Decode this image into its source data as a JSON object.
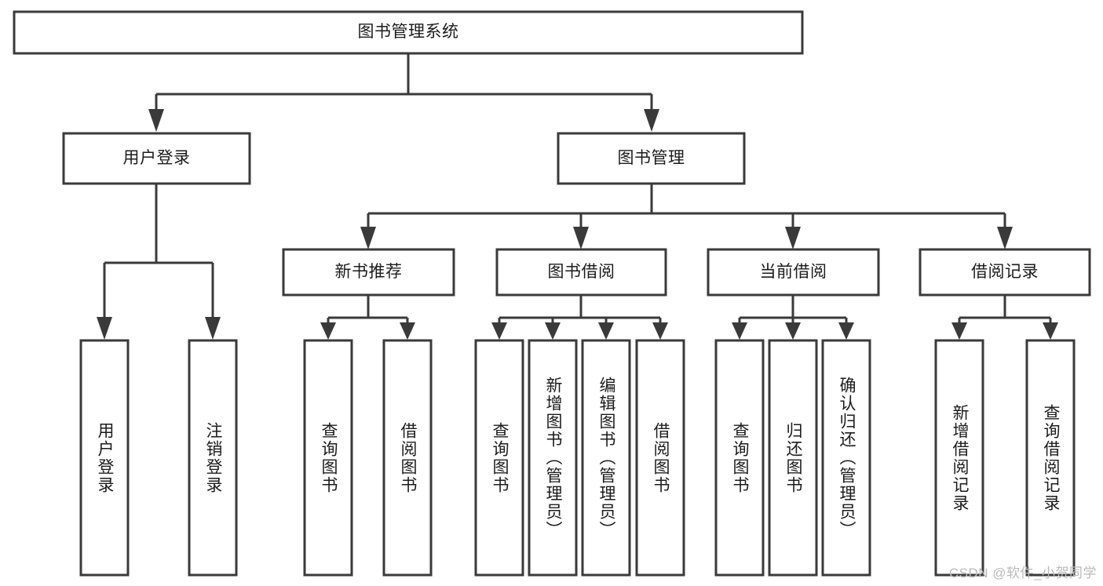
{
  "diagram": {
    "title": "图书管理系统",
    "type": "hierarchy-tree",
    "watermark": "CSDN @软件_小贺同学",
    "colors": {
      "stroke": "#3a3a3a",
      "fill": "#ffffff",
      "text": "#1b1b1b",
      "watermark": "#b9b9b9"
    },
    "root": {
      "label": "图书管理系统",
      "orientation": "horizontal"
    },
    "level1": [
      {
        "label": "用户登录",
        "orientation": "horizontal"
      },
      {
        "label": "图书管理",
        "orientation": "horizontal"
      }
    ],
    "level2": [
      {
        "label": "新书推荐",
        "orientation": "horizontal",
        "parent": "图书管理"
      },
      {
        "label": "图书借阅",
        "orientation": "horizontal",
        "parent": "图书管理"
      },
      {
        "label": "当前借阅",
        "orientation": "horizontal",
        "parent": "图书管理"
      },
      {
        "label": "借阅记录",
        "orientation": "horizontal",
        "parent": "图书管理"
      }
    ],
    "leaves": [
      {
        "label": "用户登录",
        "orientation": "vertical",
        "parent": "用户登录"
      },
      {
        "label": "注销登录",
        "orientation": "vertical",
        "parent": "用户登录"
      },
      {
        "label": "查询图书",
        "orientation": "vertical",
        "parent": "新书推荐"
      },
      {
        "label": "借阅图书",
        "orientation": "vertical",
        "parent": "新书推荐"
      },
      {
        "label": "查询图书",
        "orientation": "vertical",
        "parent": "图书借阅"
      },
      {
        "label": "新增图书（管理员）",
        "orientation": "vertical",
        "parent": "图书借阅"
      },
      {
        "label": "编辑图书（管理员）",
        "orientation": "vertical",
        "parent": "图书借阅"
      },
      {
        "label": "借阅图书",
        "orientation": "vertical",
        "parent": "图书借阅"
      },
      {
        "label": "查询图书",
        "orientation": "vertical",
        "parent": "当前借阅"
      },
      {
        "label": "归还图书",
        "orientation": "vertical",
        "parent": "当前借阅"
      },
      {
        "label": "确认归还（管理员）",
        "orientation": "vertical",
        "parent": "当前借阅"
      },
      {
        "label": "新增借阅记录",
        "orientation": "vertical",
        "parent": "借阅记录"
      },
      {
        "label": "查询借阅记录",
        "orientation": "vertical",
        "parent": "借阅记录"
      }
    ]
  }
}
